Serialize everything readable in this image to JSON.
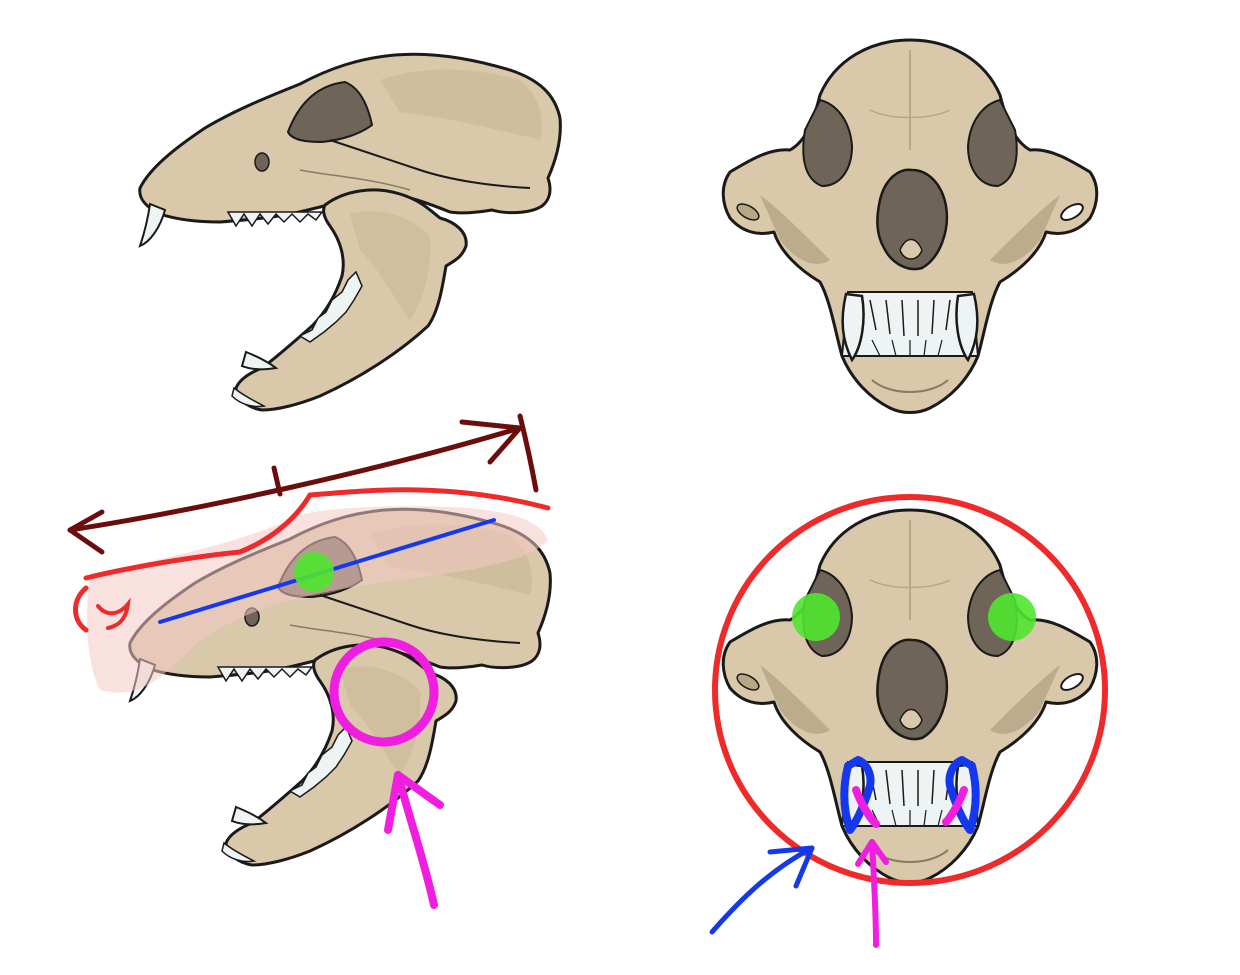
{
  "palette": {
    "bone": "#d9c8a9",
    "bone_shadow": "#b9a684",
    "bone_dark": "#6e6458",
    "outline": "#1a1a1a",
    "tooth": "#eef3f3",
    "snout_overlay": "#f4c9c4",
    "annotation_red": "#ee2a2a",
    "annotation_dark_red": "#6b0d0d",
    "annotation_blue": "#1338ee",
    "annotation_magenta": "#f01ee0",
    "eye_marker_green": "#4fe62f"
  },
  "panels": [
    {
      "name": "skull-side-view",
      "annotated": false
    },
    {
      "name": "skull-front-view",
      "annotated": false
    },
    {
      "name": "skull-side-view-annotated",
      "annotated": true
    },
    {
      "name": "skull-front-view-annotated",
      "annotated": true
    }
  ]
}
